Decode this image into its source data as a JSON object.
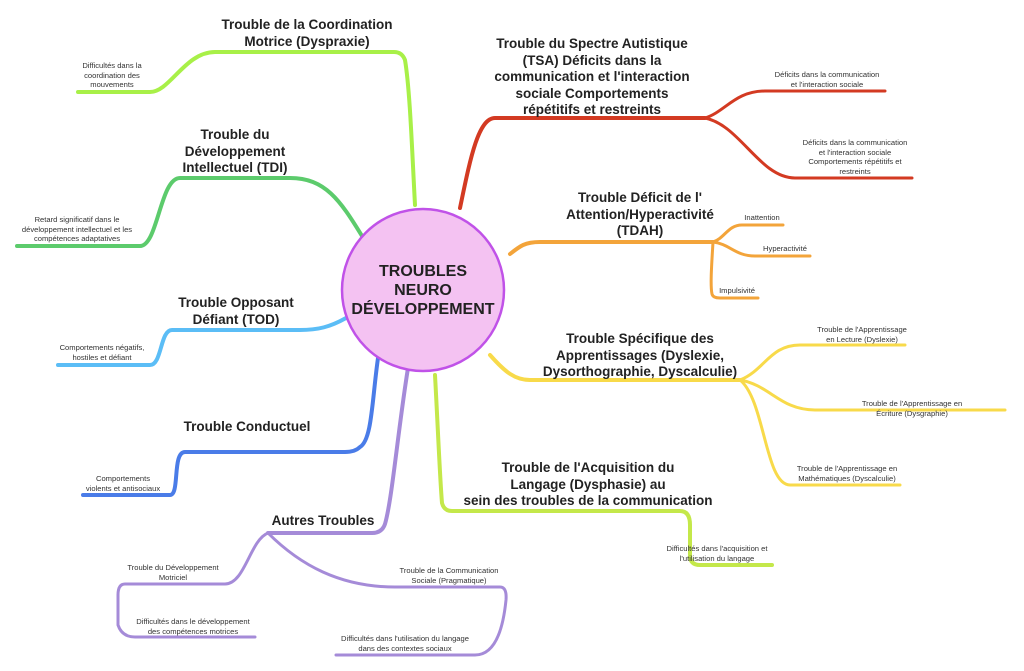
{
  "center": {
    "label": "TROUBLES\nNEURO\nDÉVELOPPEMENT",
    "fill": "#f4c2f2",
    "stroke": "#c052e8"
  },
  "branches": {
    "dyspraxie": {
      "title": "Trouble de la Coordination\nMotrice (Dyspraxie)",
      "color": "#a8f048",
      "leaves": [
        "Difficultés dans la\ncoordination des\nmouvements"
      ]
    },
    "tdi": {
      "title": "Trouble du\nDéveloppement\nIntellectuel (TDI)",
      "color": "#5ccb6c",
      "leaves": [
        "Retard significatif dans le\ndéveloppement intellectuel et les\ncompétences adaptatives"
      ]
    },
    "tod": {
      "title": "Trouble Opposant\nDéfiant (TOD)",
      "color": "#5bbdf6",
      "leaves": [
        "Comportements négatifs,\nhostiles et défiant"
      ]
    },
    "conduct": {
      "title": "Trouble Conductuel",
      "color": "#4a7ce8",
      "leaves": [
        "Comportements\nviolents et antisociaux"
      ]
    },
    "autres": {
      "title": "Autres Troubles",
      "color": "#a58bd8",
      "leaves": [
        "Trouble du Développement\nMotriciel",
        "Difficultés dans le développement\ndes compétences motrices",
        "Trouble de la Communication\nSociale (Pragmatique)",
        "Difficultés dans l'utilisation du langage\ndans des contextes sociaux"
      ]
    },
    "langage": {
      "title": "Trouble de l'Acquisition du\nLangage (Dysphasie) au\nsein des troubles de la communication",
      "color": "#c4e84a",
      "leaves": [
        "Difficultés dans l'acquisition et\nl'utilisation du langage"
      ]
    },
    "tsa": {
      "title": "Trouble du Spectre Autistique\n(TSA)  Déficits dans la\ncommunication et l'interaction\nsociale  Comportements\nrépétitifs et restreints",
      "color": "#d33a22",
      "leaves": [
        "Déficits dans la communication\net l'interaction sociale",
        "Déficits dans la communication\net l'interaction sociale\nComportements répétitifs et\nrestreints"
      ]
    },
    "tdah": {
      "title": "Trouble Déficit de l'\nAttention/Hyperactivité\n(TDAH)",
      "color": "#f3a43a",
      "leaves": [
        "Inattention",
        "Hyperactivité",
        "Impulsivité"
      ]
    },
    "apprentissages": {
      "title": "Trouble Spécifique des\nApprentissages (Dyslexie,\nDysorthographie, Dyscalculie)",
      "color": "#f8da4a",
      "leaves": [
        "Trouble de l'Apprentissage\nen Lecture (Dyslexie)",
        "Trouble de l'Apprentissage en Écriture (Dysgraphie)",
        "Trouble de l'Apprentissage en\nMathématiques (Dyscalculie)"
      ]
    }
  }
}
